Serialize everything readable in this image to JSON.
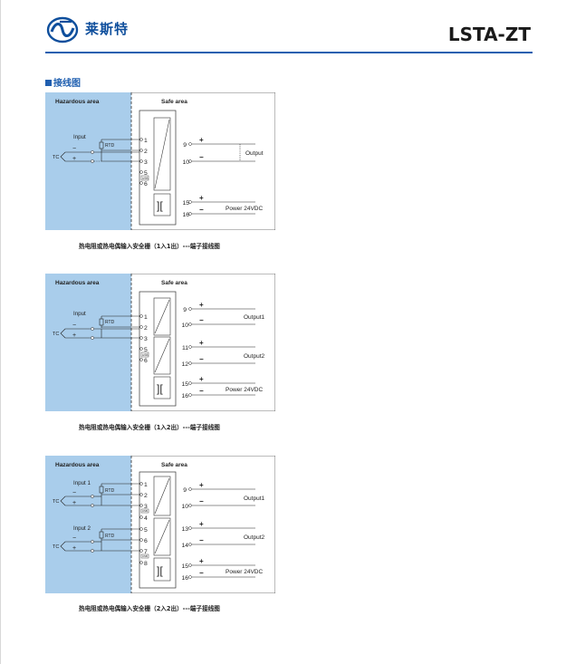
{
  "header": {
    "brand_name": "莱斯特",
    "model_title": "LSTA-ZT"
  },
  "section": {
    "heading": "接线图"
  },
  "diagrams": [
    {
      "hazard_label": "Hazardous area",
      "safe_label": "Safe area",
      "input_labels": [
        "Input"
      ],
      "rtd_label": "RTD",
      "tc_label": "TC",
      "usb_label": "USB",
      "left_terminals": [
        "1",
        "2",
        "3",
        "5",
        "6"
      ],
      "right_terminals": [
        "9",
        "10",
        "15",
        "16"
      ],
      "output_labels": [
        "Output"
      ],
      "power_label": "Power 24VDC",
      "caption": "热电阻或热电偶输入安全栅（1入1出）---端子接线图"
    },
    {
      "hazard_label": "Hazardous area",
      "safe_label": "Safe area",
      "input_labels": [
        "Input"
      ],
      "rtd_label": "RTD",
      "tc_label": "TC",
      "usb_label": "USB",
      "left_terminals": [
        "1",
        "2",
        "3",
        "5",
        "6"
      ],
      "right_terminals": [
        "9",
        "10",
        "11",
        "12",
        "15",
        "16"
      ],
      "output_labels": [
        "Output1",
        "Output2"
      ],
      "power_label": "Power 24VDC",
      "caption": "热电阻或热电偶输入安全栅（1入2出）---端子接线图"
    },
    {
      "hazard_label": "Hazardous area",
      "safe_label": "Safe area",
      "input_labels": [
        "Input 1",
        "Input 2"
      ],
      "rtd_label": "RTD",
      "tc_label": "TC",
      "usb_label": "USB",
      "left_terminals": [
        "1",
        "2",
        "3",
        "4",
        "5",
        "6",
        "7",
        "8"
      ],
      "right_terminals": [
        "9",
        "10",
        "13",
        "14",
        "15",
        "16"
      ],
      "output_labels": [
        "Output1",
        "Output2"
      ],
      "power_label": "Power 24VDC",
      "caption": "热电阻或热电偶输入安全栅（2入2出）---端子接线图"
    }
  ]
}
